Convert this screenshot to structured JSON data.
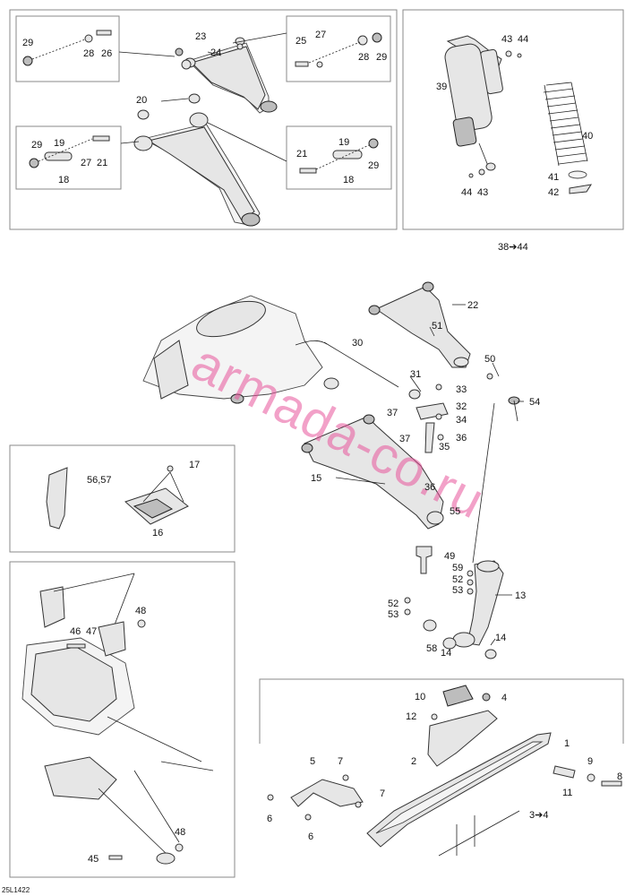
{
  "diagram": {
    "watermark": "armada-co.ru",
    "drawing_code": "25L1422",
    "reference": "38➔44",
    "reference_3_4": "3➔4"
  },
  "callouts": {
    "c29a": "29",
    "c28a": "28",
    "c26": "26",
    "c23": "23",
    "c24": "24",
    "c25": "25",
    "c27a": "27",
    "c28b": "28",
    "c29b": "29",
    "c20": "20",
    "c29c": "29",
    "c19a": "19",
    "c27b": "27",
    "c21a": "21",
    "c18a": "18",
    "c21b": "21",
    "c19b": "19",
    "c29d": "29",
    "c18b": "18",
    "c43a": "43",
    "c44a": "44",
    "c39": "39",
    "c40": "40",
    "c41": "41",
    "c42": "42",
    "c44b": "44",
    "c43b": "43",
    "c22": "22",
    "c51": "51",
    "c30": "30",
    "c50": "50",
    "c54": "54",
    "c31": "31",
    "c33": "33",
    "c32": "32",
    "c37a": "37",
    "c34": "34",
    "c35": "35",
    "c37b": "37",
    "c36a": "36",
    "c15": "15",
    "c36b": "36",
    "c55": "55",
    "c49": "49",
    "c59": "59",
    "c52a": "52",
    "c53a": "53",
    "c13": "13",
    "c52b": "52",
    "c53b": "53",
    "c58": "58",
    "c14a": "14",
    "c14b": "14",
    "c56_57": "56,57",
    "c17": "17",
    "c16": "16",
    "c48a": "48",
    "c46": "46",
    "c47": "47",
    "c48b": "48",
    "c45": "45",
    "c10": "10",
    "c4": "4",
    "c12": "12",
    "c1": "1",
    "c2": "2",
    "c5": "5",
    "c7a": "7",
    "c9": "9",
    "c8": "8",
    "c11": "11",
    "c7b": "7",
    "c6a": "6",
    "c6b": "6"
  }
}
